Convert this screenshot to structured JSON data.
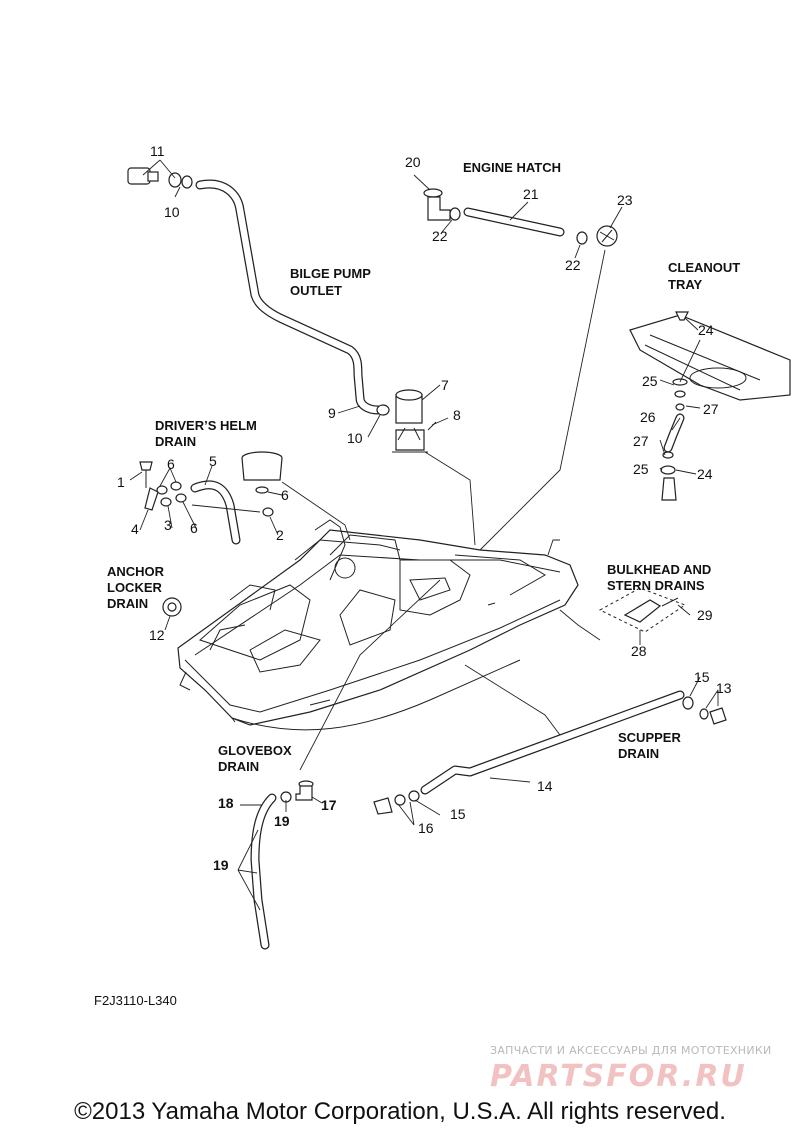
{
  "diagram": {
    "section_labels": {
      "bilge_pump_outlet": [
        "BILGE PUMP",
        "OUTLET"
      ],
      "engine_hatch": [
        "ENGINE HATCH"
      ],
      "cleanout_tray": [
        "CLEANOUT",
        "TRAY"
      ],
      "drivers_helm_drain": [
        "DRIVER’S HELM",
        "DRAIN"
      ],
      "anchor_locker_drain": [
        "ANCHOR",
        "LOCKER",
        "DRAIN"
      ],
      "bulkhead_stern_drains": [
        "BULKHEAD AND",
        "STERN DRAINS"
      ],
      "scupper_drain": [
        "SCUPPER",
        "DRAIN"
      ],
      "glovebox_drain": [
        "GLOVEBOX",
        "DRAIN"
      ]
    },
    "parts": {
      "p1": "1",
      "p2": "2",
      "p3": "3",
      "p4": "4",
      "p5": "5",
      "p6a": "6",
      "p6b": "6",
      "p6c": "6",
      "p7": "7",
      "p8": "8",
      "p9": "9",
      "p10a": "10",
      "p10b": "10",
      "p11": "11",
      "p12": "12",
      "p13": "13",
      "p14": "14",
      "p15a": "15",
      "p15b": "15",
      "p16": "16",
      "p17": "17",
      "p18": "18",
      "p19a": "19",
      "p19b": "19",
      "p20": "20",
      "p21": "21",
      "p22a": "22",
      "p22b": "22",
      "p23": "23",
      "p24a": "24",
      "p24b": "24",
      "p25a": "25",
      "p25b": "25",
      "p26": "26",
      "p27a": "27",
      "p27b": "27",
      "p28": "28",
      "p29": "29"
    },
    "drawing_code": "F2J3110-L340"
  },
  "watermark": {
    "tagline": "ЗАПЧАСТИ И АКСЕССУАРЫ ДЛЯ МОТОТЕХНИКИ",
    "brand": "PARTSFOR.RU",
    "color": "#e9a0a0"
  },
  "footer": {
    "copyright": "©2013 Yamaha Motor Corporation, U.S.A. All rights reserved."
  }
}
